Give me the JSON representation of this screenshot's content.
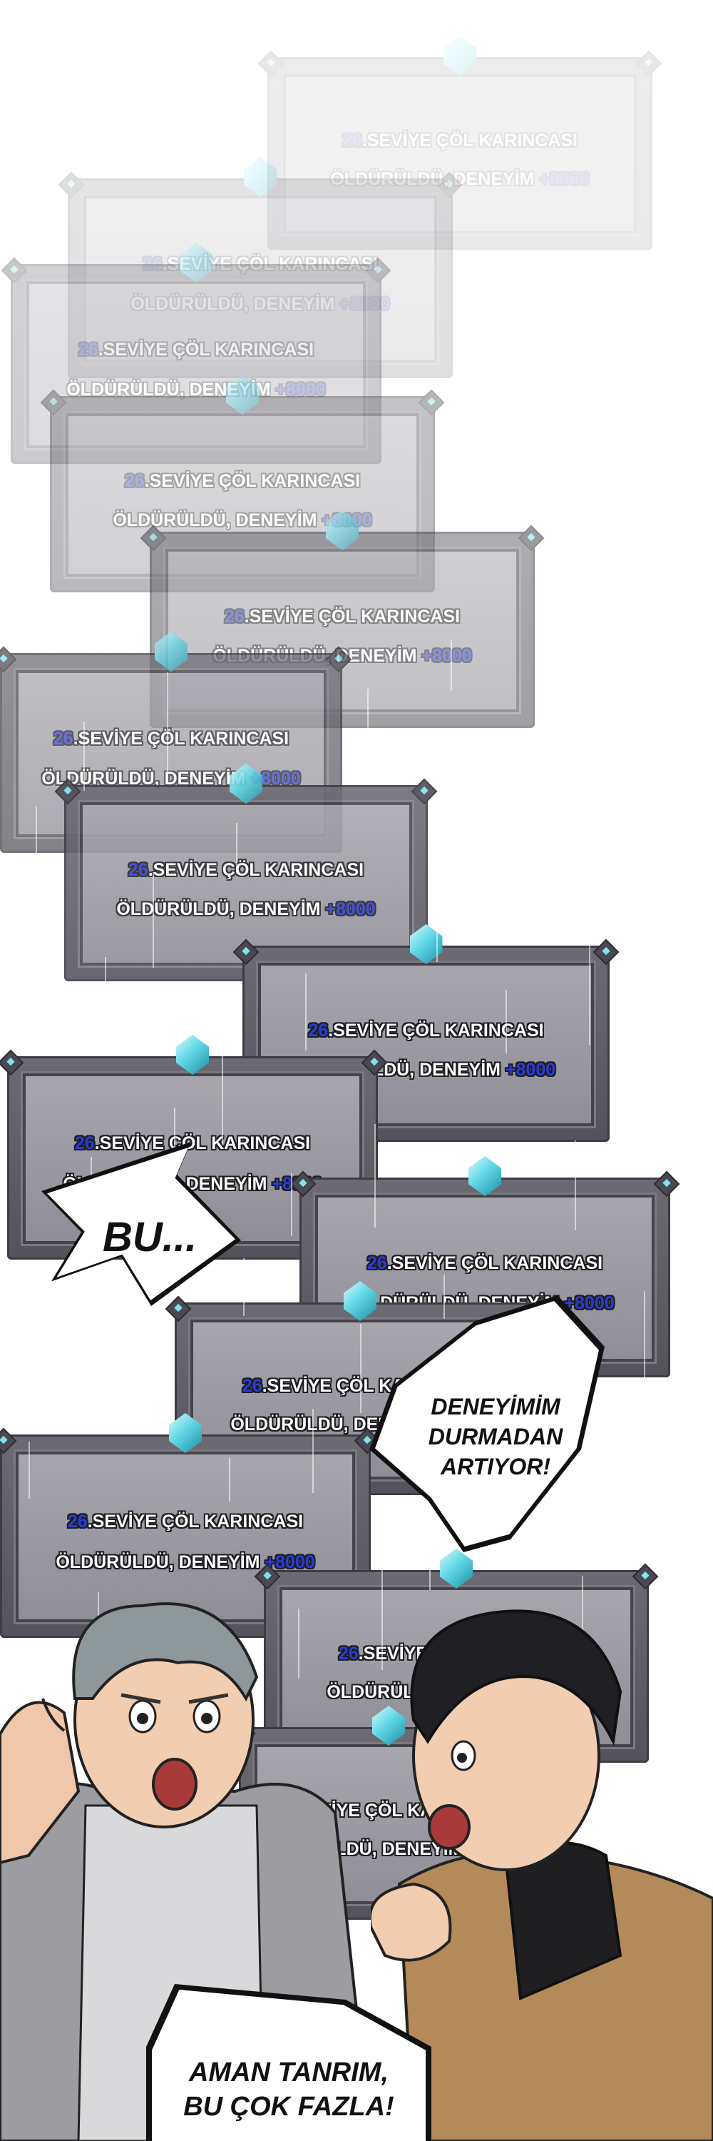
{
  "notification": {
    "level": "26",
    "line1_rest": ".SEVİYE ÇÖL KARINCASI",
    "line2_prefix": "ÖLDÜRÜLDÜ, DENEYİM ",
    "xp": "+8000"
  },
  "speech": {
    "bu": "BU...",
    "deneyimim": "DENEYİMİM\nDURMADAN\nARTIYOR!",
    "aman": "AMAN TANRIM,\nBU ÇOK FAZLA!"
  },
  "colors": {
    "xp_blue": "#2a3bd6",
    "gem_cyan": "#61d7e6",
    "panel_gray": "#9a98a0"
  }
}
